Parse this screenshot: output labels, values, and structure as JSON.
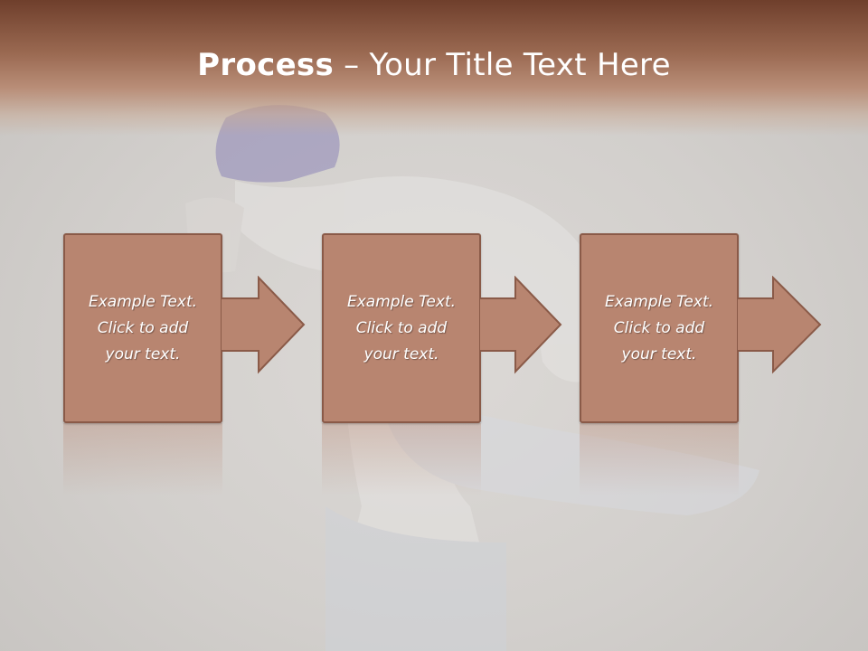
{
  "slide": {
    "title_bold": "Process",
    "title_rest": " – Your Title Text Here"
  },
  "steps": [
    {
      "text": "Example Text.\nClick  to add\nyour text."
    },
    {
      "text": "Example Text.\nClick  to add\nyour text."
    },
    {
      "text": "Example Text.\nClick  to add\nyour text."
    }
  ],
  "colors": {
    "title_band": "#9b6a52",
    "box_fill": "#b88570",
    "box_border": "#8a5a48"
  }
}
